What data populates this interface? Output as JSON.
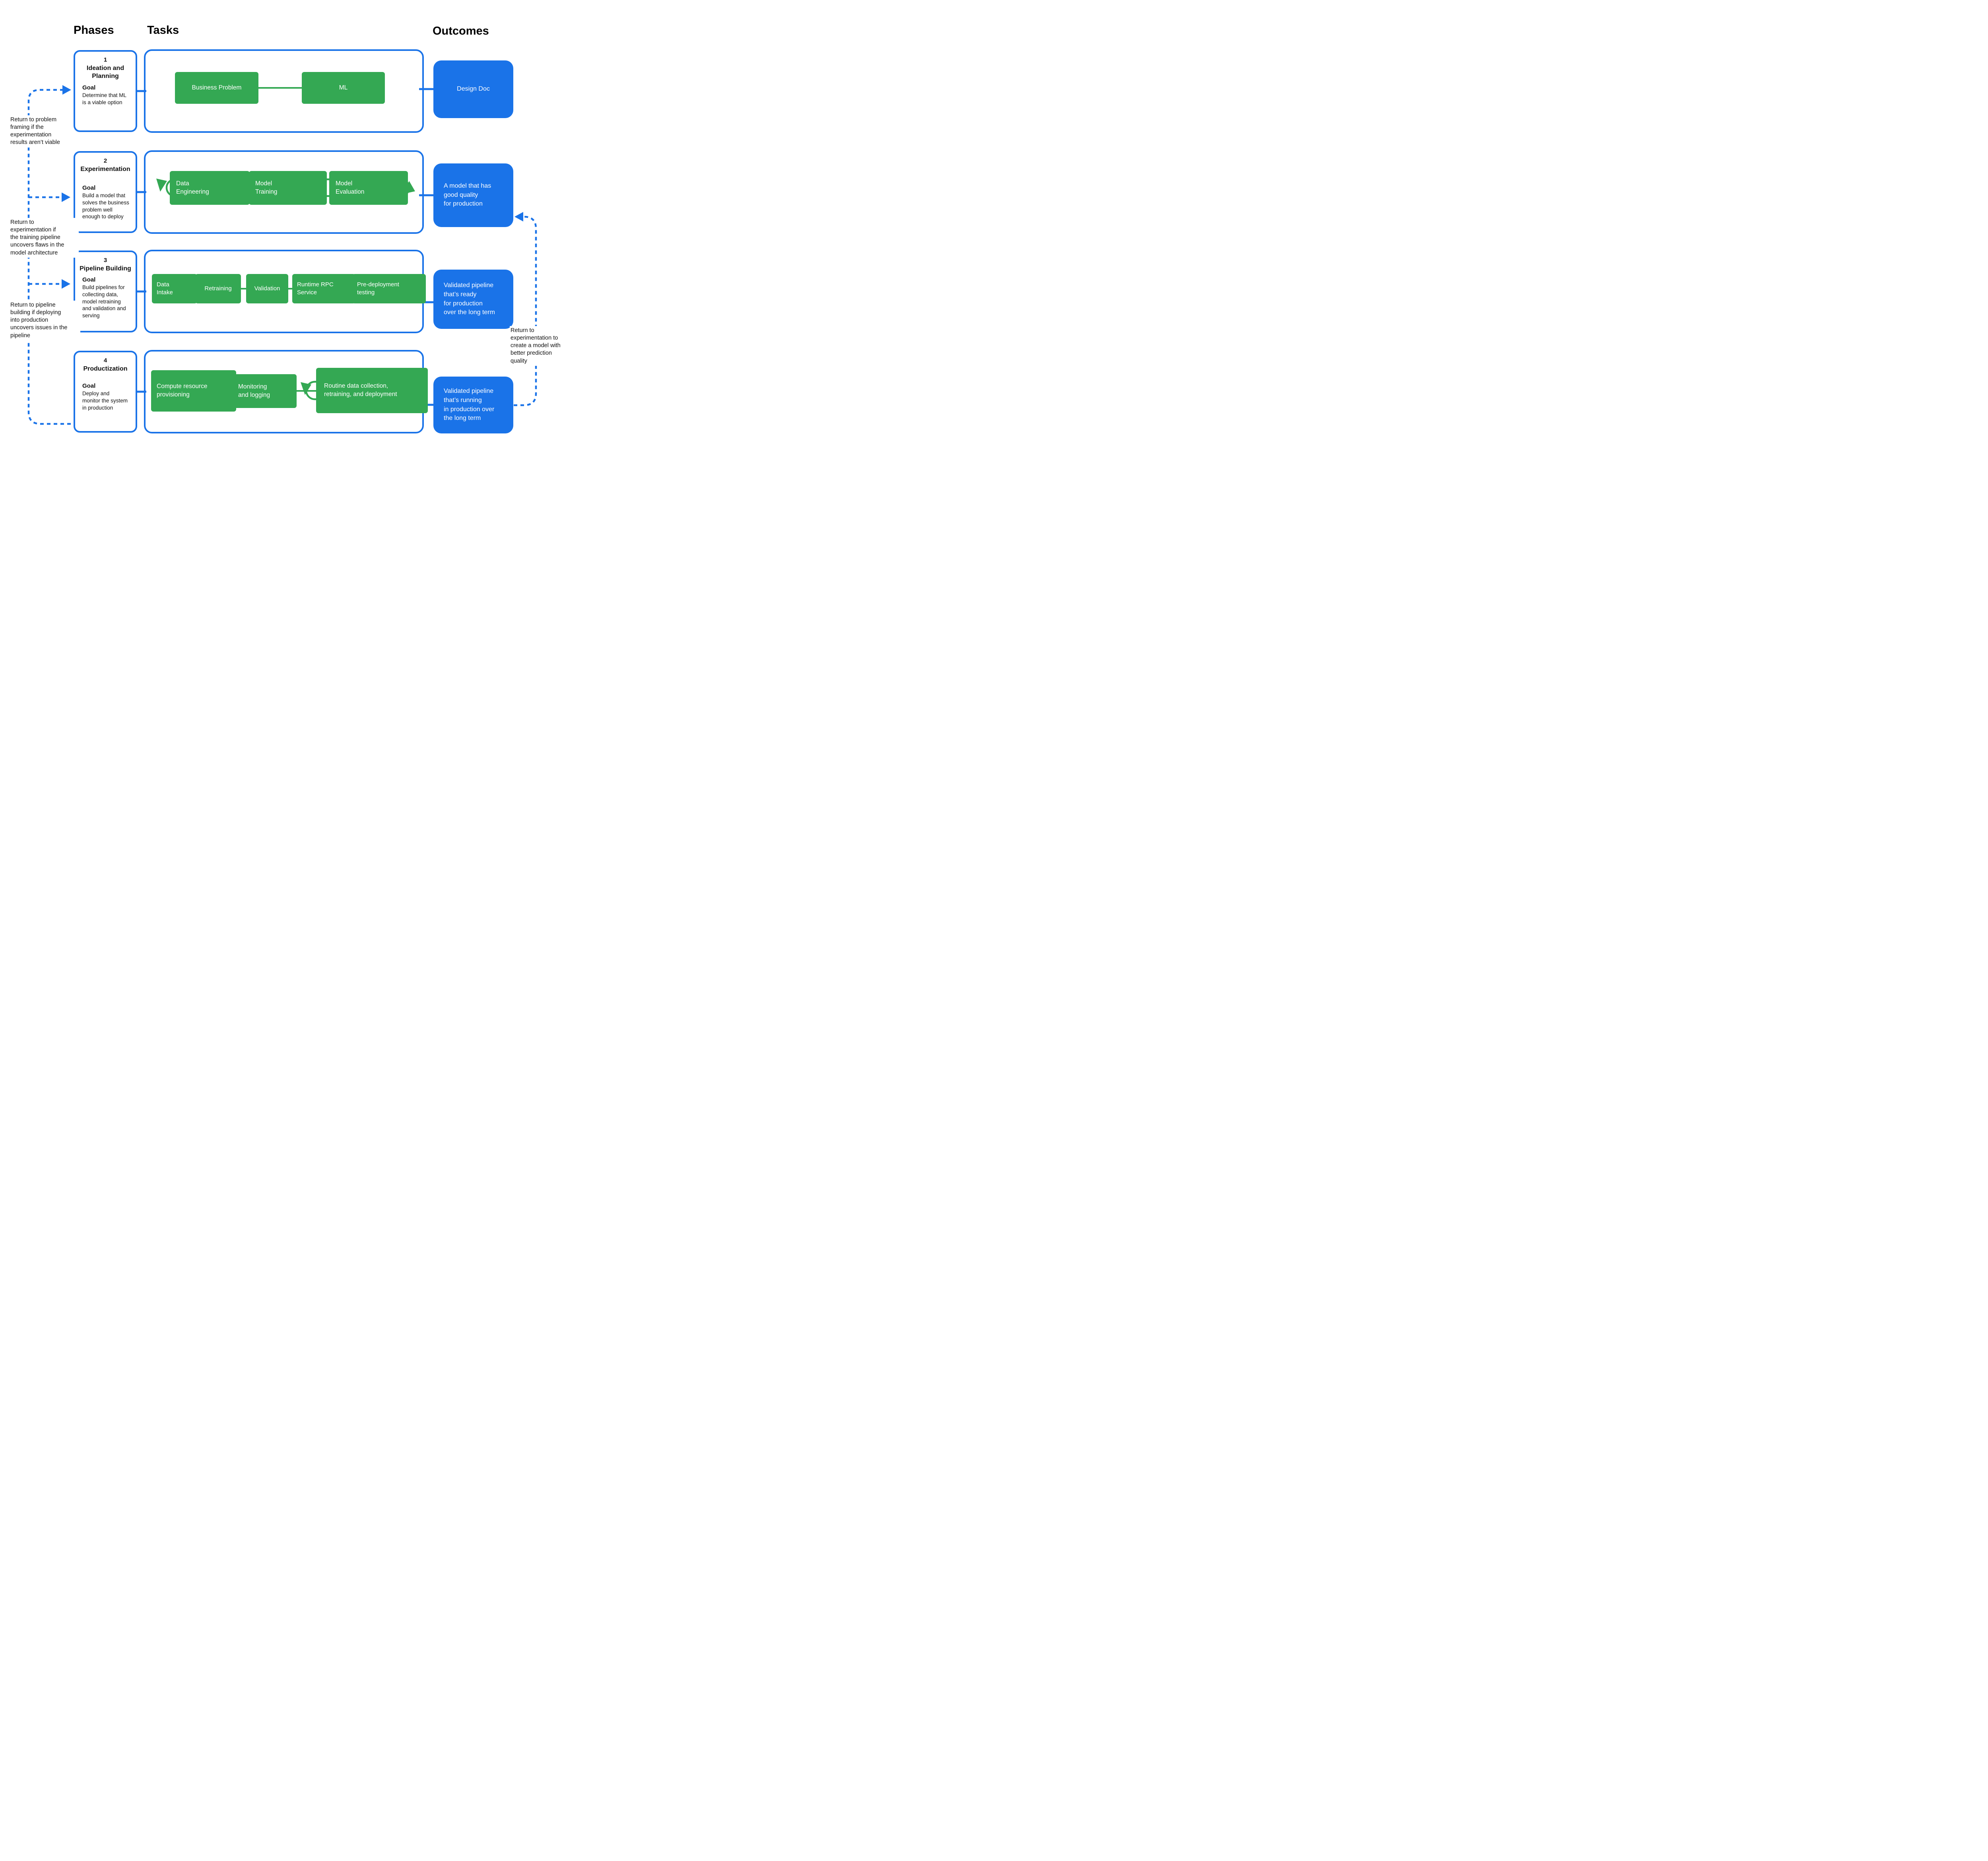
{
  "headers": {
    "phases": "Phases",
    "tasks": "Tasks",
    "outcomes": "Outcomes"
  },
  "colors": {
    "green": "#34a853",
    "blue": "#1a73e8",
    "text": "#111111",
    "background": "#ffffff"
  },
  "phases": [
    {
      "number": "1",
      "title": "Ideation and\nPlanning",
      "goal_label": "Goal",
      "goal_text": "Determine that ML\nis a viable option"
    },
    {
      "number": "2",
      "title": "Experimentation",
      "goal_label": "Goal",
      "goal_text": "Build a model that\nsolves the business\nproblem well\nenough to deploy"
    },
    {
      "number": "3",
      "title": "Pipeline Building",
      "goal_label": "Goal",
      "goal_text": "Build pipelines for\ncollecting data,\nmodel retraining\nand validation and\nserving"
    },
    {
      "number": "4",
      "title": "Productization",
      "goal_label": "Goal",
      "goal_text": "Deploy and\nmonitor the system\nin production"
    }
  ],
  "tasks_row1": [
    {
      "label": "Business Problem"
    },
    {
      "label": "ML"
    }
  ],
  "tasks_row2": [
    {
      "label": "Data\nEngineering"
    },
    {
      "label": "Model\nTraining"
    },
    {
      "label": "Model\nEvaluation"
    }
  ],
  "tasks_row3": [
    {
      "label": "Data\nIntake"
    },
    {
      "label": "Retraining"
    },
    {
      "label": "Validation"
    },
    {
      "label": "Runtime RPC\nService"
    },
    {
      "label": "Pre-deployment\ntesting"
    }
  ],
  "tasks_row4": [
    {
      "label": "Compute resource\nprovisioning"
    },
    {
      "label": "Monitoring\nand logging"
    },
    {
      "label": "Routine data collection,\nretraining, and deployment"
    }
  ],
  "outcomes": [
    {
      "label": "Design Doc"
    },
    {
      "label": "A model that has\ngood quality\nfor production"
    },
    {
      "label": "Validated pipeline\nthat’s ready\nfor production\nover the long term"
    },
    {
      "label": "Validated pipeline\nthat’s running\nin production over\nthe long term"
    }
  ],
  "annotations": [
    {
      "text": "Return to problem\nframing if the\nexperimentation\nresults aren’t viable"
    },
    {
      "text": "Return to\nexperimentation if\nthe training pipeline\nuncovers flaws in the\nmodel architecture"
    },
    {
      "text": "Return to pipeline\nbuilding if deploying\ninto production\nuncovers issues in the\npipeline"
    },
    {
      "text": "Return to\nexperimentation to\ncreate a model with\nbetter prediction\nquality"
    }
  ]
}
